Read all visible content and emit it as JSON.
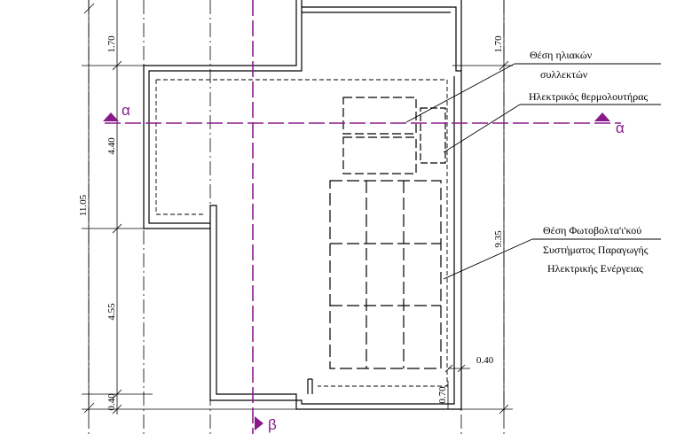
{
  "dimensions": {
    "left_top": "1.70",
    "left_mid": "4.40",
    "left_low": "4.55",
    "left_bottom": "0.40",
    "left_total": "11.05",
    "right_top": "1.70",
    "right_total": "9.35",
    "right_offset": "0.40",
    "right_bottom": "0.70"
  },
  "annotations": {
    "solar_line1": "Θέση ηλιακών",
    "solar_line2": "συλλεκτών",
    "heater": "Ηλεκτρικός θερμολουτήρας",
    "pv_line1": "Θέση Φωτοβολτα'ι'κού",
    "pv_line2": "Συστήματος Παραγωγής",
    "pv_line3": "Ηλεκτρικής Ενέργειας"
  },
  "sections": {
    "alpha_left": "α",
    "alpha_right": "α",
    "beta": "β"
  },
  "colors": {
    "section_line": "#8a1a8a",
    "ink": "#000000"
  }
}
